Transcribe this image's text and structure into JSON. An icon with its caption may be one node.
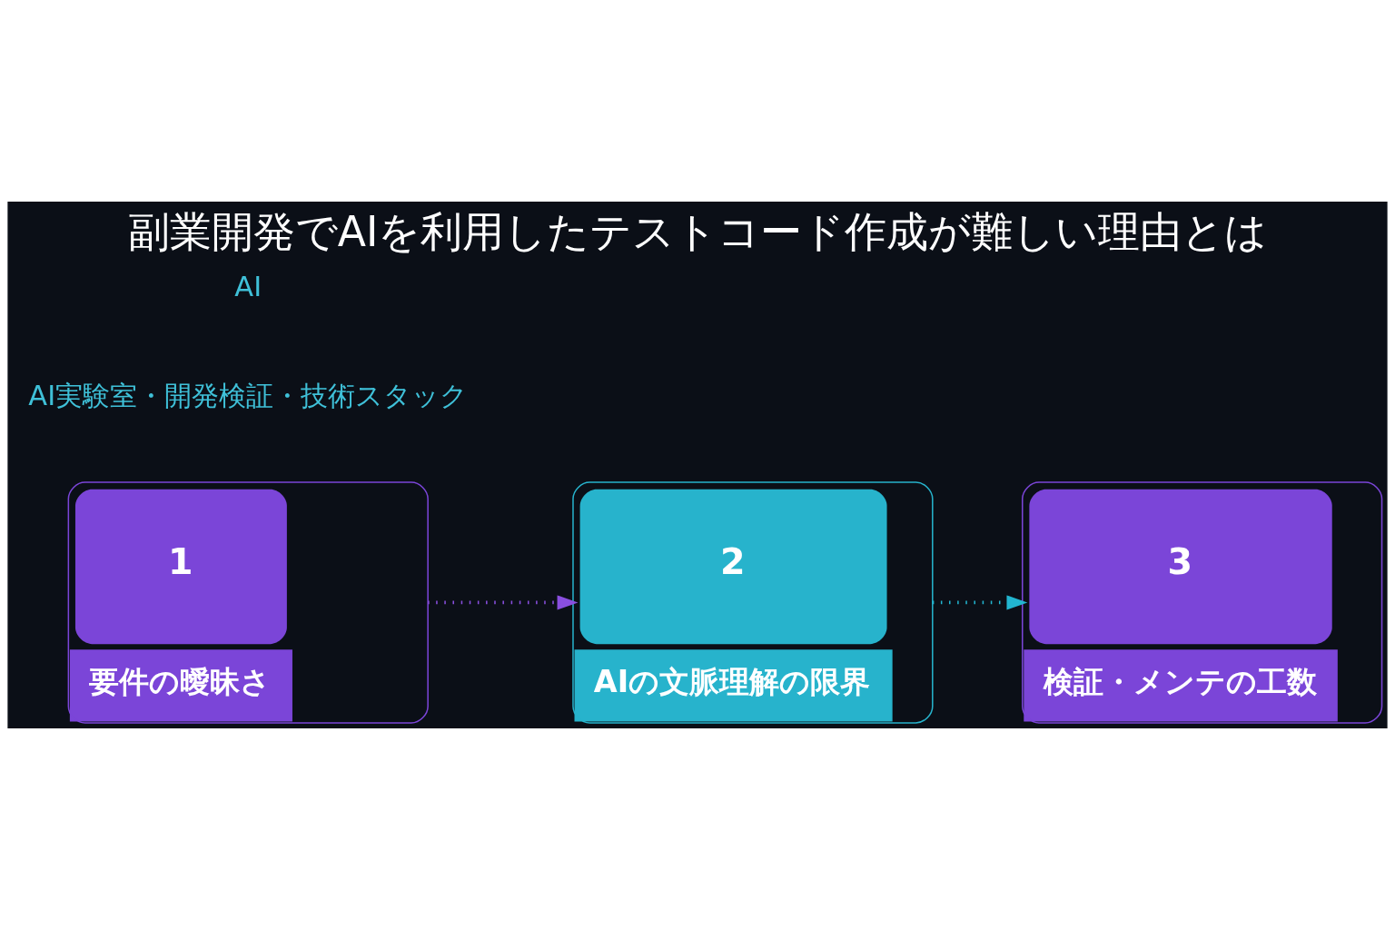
{
  "diagram": {
    "title": "副業開発でAIを利用したテストコード作成が難しい理由とは",
    "nodes": [
      {
        "text": [
          "1",
          "要件の曖昧さ"
        ]
      },
      {
        "text": [
          "2",
          "AIの文脈理解の限界"
        ]
      },
      {
        "text": [
          "3",
          "検証・メンテの工数"
        ]
      }
    ],
    "edges": [
      {
        "from": 0,
        "to": 1,
        "arrow": "to",
        "style": "dashed",
        "color": "#8a4fe0"
      },
      {
        "from": 1,
        "to": 2,
        "arrow": "to",
        "style": "dashed",
        "color": "#22b5d0"
      }
    ],
    "labels": [
      "AI実験室・開発検証・技術スタック",
      "AI"
    ]
  }
}
